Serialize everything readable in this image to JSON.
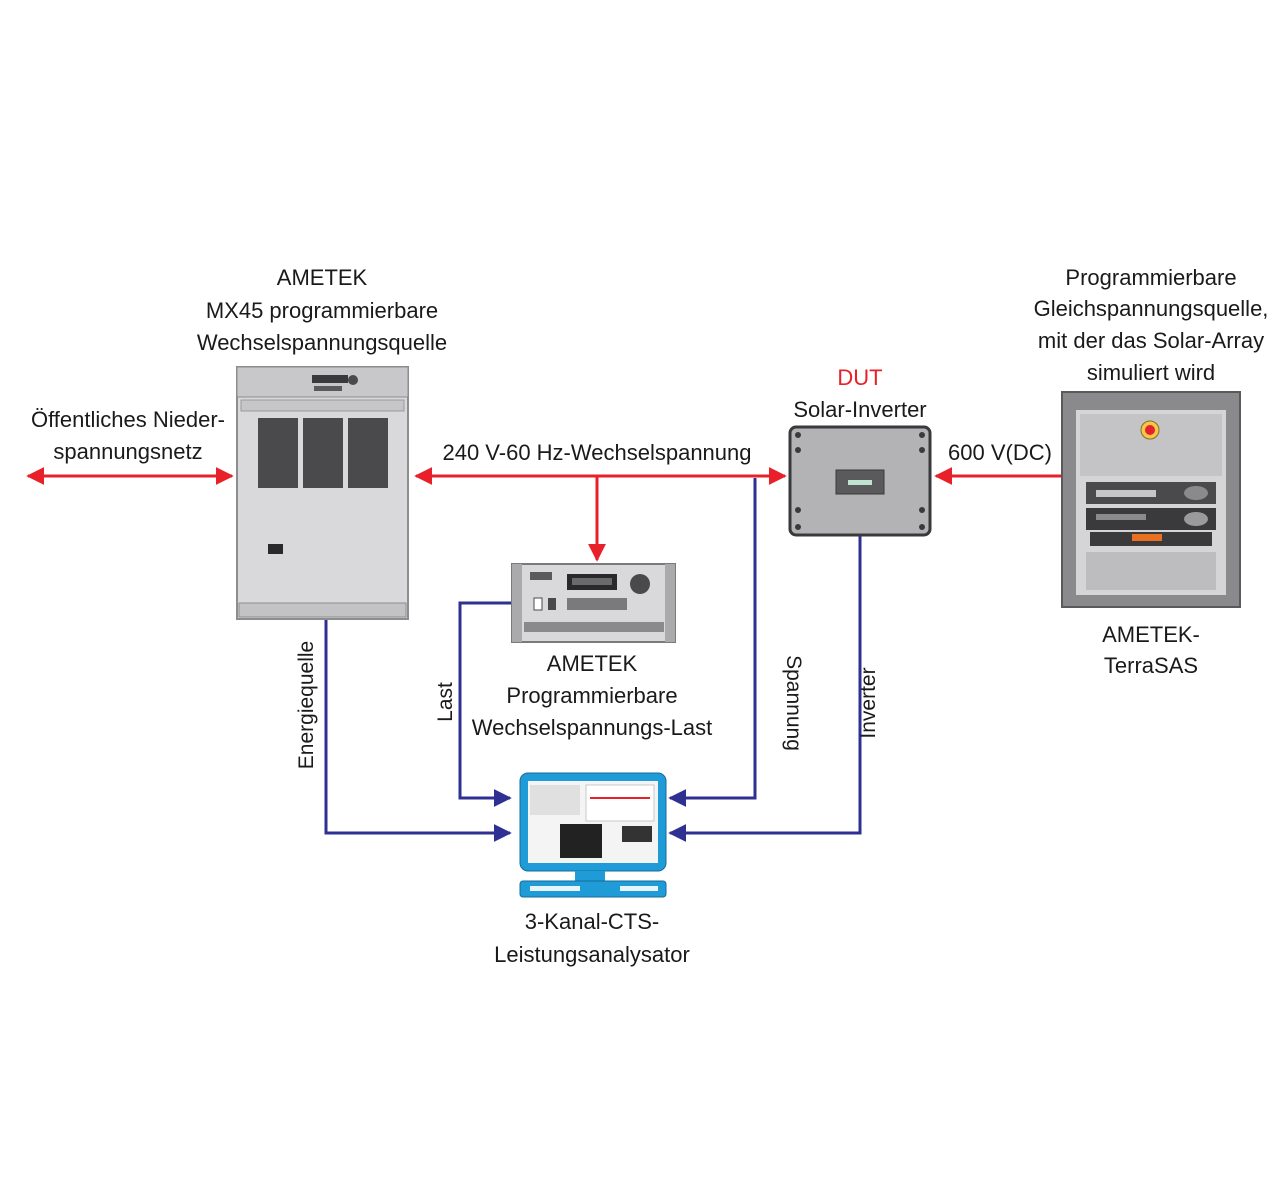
{
  "colors": {
    "ac_line": "#e8202a",
    "signal_line": "#2e3192",
    "cabinet": "#d9d9db",
    "cabinet_dark": "#4a4a4c",
    "monitor_frame": "#1f9bd7"
  },
  "labels": {
    "grid": [
      "Öffentliches Nieder-",
      "spannungsnetz"
    ],
    "mx45": [
      "AMETEK",
      "MX45 programmierbare",
      "Wechselspannungsquelle"
    ],
    "ac_voltage": "240 V-60 Hz-Wechselspannung",
    "dut_tag": "DUT",
    "dut_name": "Solar-Inverter",
    "dc_voltage": "600 V(DC)",
    "dc_source": [
      "Programmierbare",
      "Gleichspannungsquelle,",
      "mit der das Solar-Array",
      "simuliert wird"
    ],
    "terrasas": [
      "AMETEK-",
      "TerraSAS"
    ],
    "ac_load": [
      "AMETEK",
      "Programmierbare",
      "Wechselspannungs-Last"
    ],
    "analyzer": [
      "3-Kanal-CTS-",
      "Leistungsanalysator"
    ]
  },
  "signals": {
    "energy": "Energiequelle",
    "load": "Last",
    "voltage": "Spannung",
    "inverter": "Inverter"
  },
  "icons": {
    "mx45": "ac-power-source-cabinet-icon",
    "dut": "solar-inverter-icon",
    "terrasas": "dc-rack-cabinet-icon",
    "ac_load": "rack-instrument-icon",
    "analyzer": "monitor-computer-icon"
  }
}
